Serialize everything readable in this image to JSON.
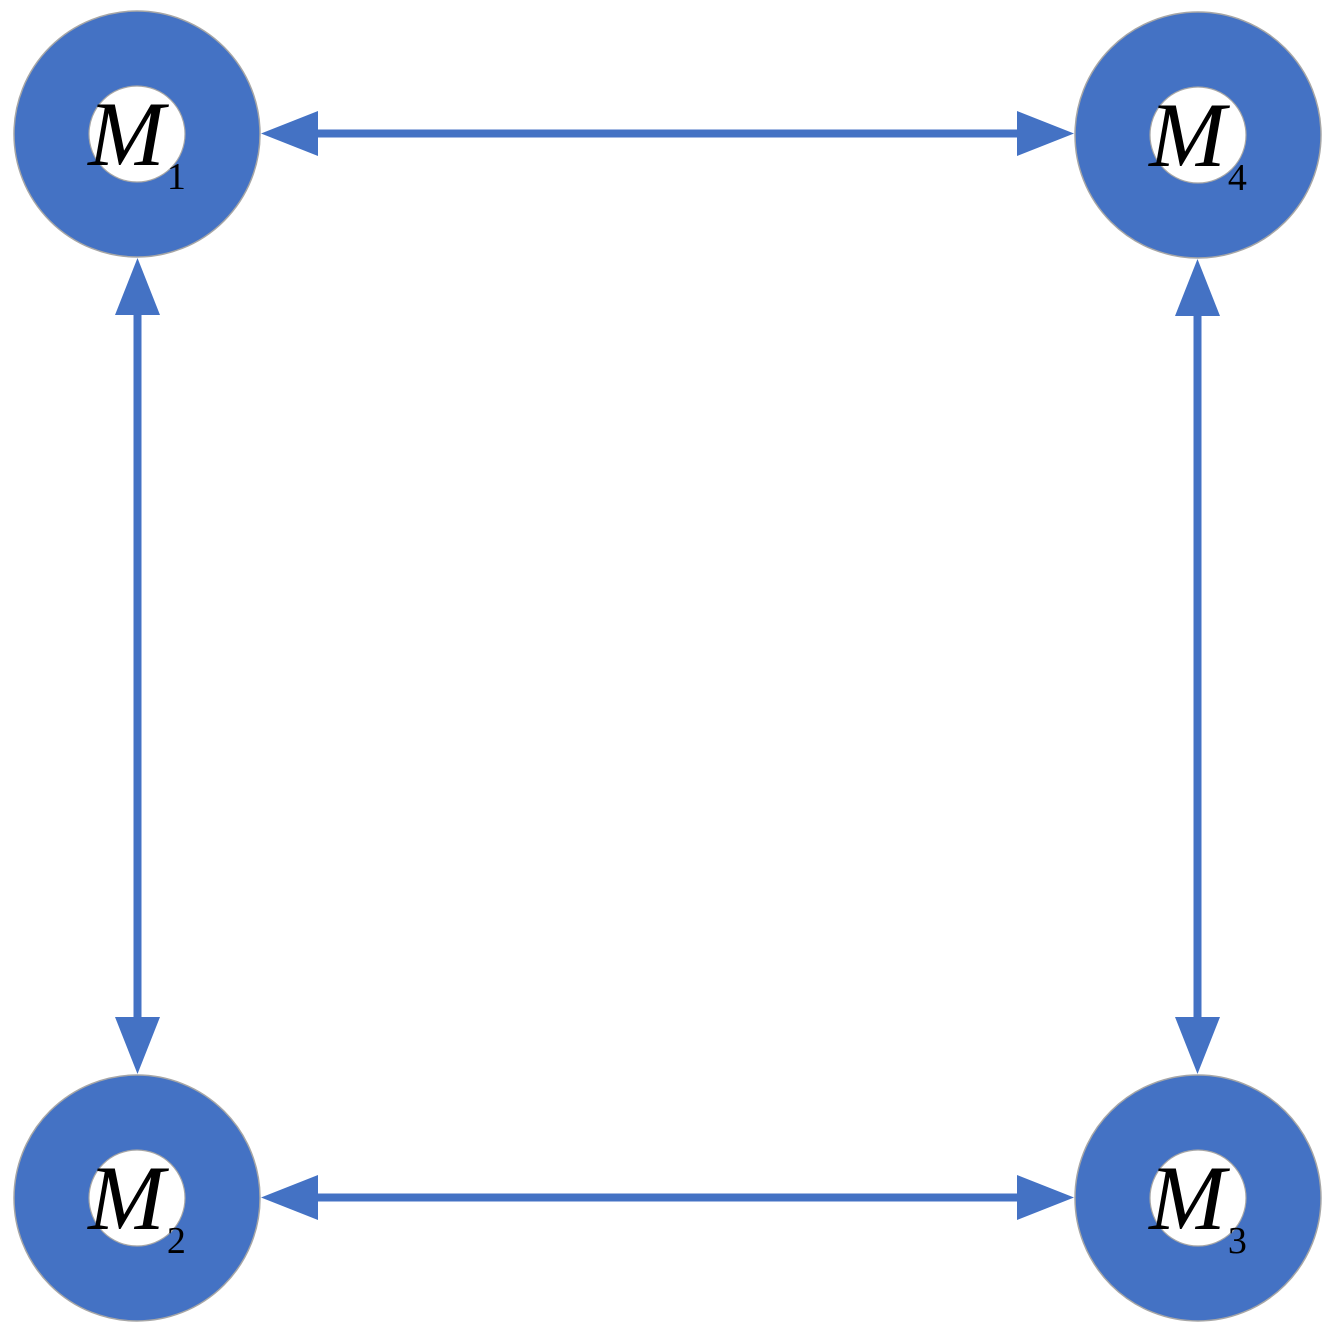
{
  "diagram": {
    "description": "Four modules connected in a ring by bidirectional arrows",
    "colors": {
      "node_fill": "#4472C4",
      "node_outline": "#A6A6A6",
      "node_hole": "#FFFFFF",
      "arrow": "#4472C4",
      "label": "#000000",
      "background": "#FFFFFF"
    },
    "nodes": [
      {
        "id": "M1",
        "label": "M",
        "subscript": "1",
        "position": "top-left"
      },
      {
        "id": "M2",
        "label": "M",
        "subscript": "2",
        "position": "bottom-left"
      },
      {
        "id": "M3",
        "label": "M",
        "subscript": "3",
        "position": "bottom-right"
      },
      {
        "id": "M4",
        "label": "M",
        "subscript": "4",
        "position": "top-right"
      }
    ],
    "edges": [
      {
        "from": "M1",
        "to": "M4",
        "type": "bidirectional"
      },
      {
        "from": "M1",
        "to": "M2",
        "type": "bidirectional"
      },
      {
        "from": "M2",
        "to": "M3",
        "type": "bidirectional"
      },
      {
        "from": "M4",
        "to": "M3",
        "type": "bidirectional"
      }
    ]
  }
}
